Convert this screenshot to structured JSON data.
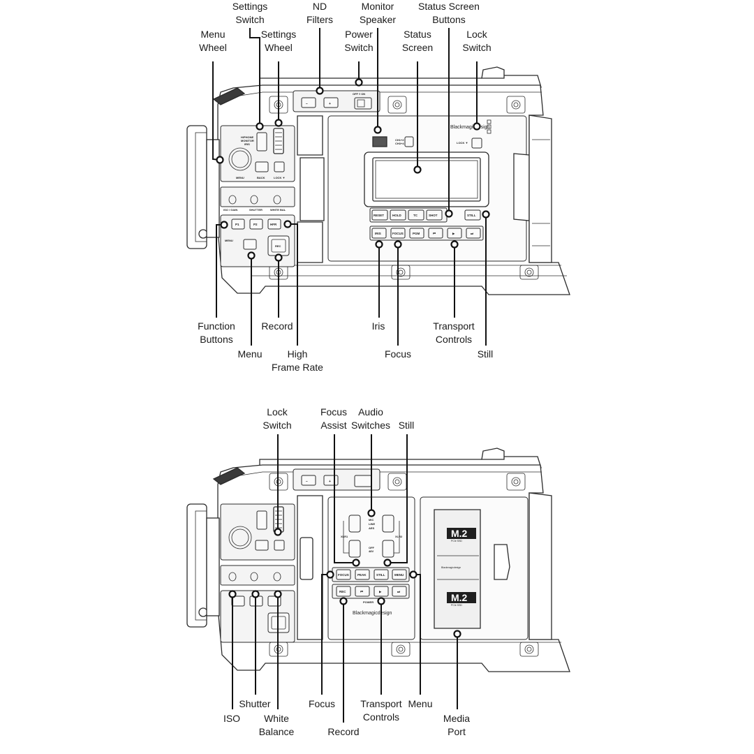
{
  "top_diagram": {
    "callouts": {
      "settings_switch": [
        "Settings",
        "Switch"
      ],
      "nd_filters": [
        "ND",
        "Filters"
      ],
      "monitor_speaker": [
        "Monitor",
        "Speaker"
      ],
      "status_screen_buttons": [
        "Status Screen",
        "Buttons"
      ],
      "menu_wheel": [
        "Menu",
        "Wheel"
      ],
      "settings_wheel": [
        "Settings",
        "Wheel"
      ],
      "power_switch": [
        "Power",
        "Switch"
      ],
      "status_screen": [
        "Status",
        "Screen"
      ],
      "lock_switch": [
        "Lock",
        "Switch"
      ],
      "function_buttons": [
        "Function",
        "Buttons"
      ],
      "record": [
        "Record"
      ],
      "iris": [
        "Iris"
      ],
      "transport_controls": [
        "Transport",
        "Controls"
      ],
      "menu": [
        "Menu"
      ],
      "high_frame_rate": [
        "High",
        "Frame Rate"
      ],
      "focus": [
        "Focus"
      ],
      "still": [
        "Still"
      ]
    },
    "panel_labels": {
      "hphone": [
        "H/PHONE",
        "MONITOR",
        "IRIS"
      ],
      "menu": "MENU",
      "back": "BACK",
      "lock": "LOCK ▼",
      "iso_gain": "ISO / GAIN",
      "shutter": "SHUTTER",
      "white_bal": "WHITE BAL",
      "power": "OFF ◊ ON",
      "ch": [
        "CH1+2",
        "CH3+4"
      ],
      "brand": "Blackmagicdesign",
      "lock_right": "LOCK ▼",
      "p1": "P1",
      "p2": "P2",
      "hfr": "HFR",
      "menu_btn": "MENU",
      "rec": "REC",
      "status_row": [
        "RESET",
        "HOLD",
        "TC",
        "SHOT"
      ],
      "still": "STILL",
      "transport_row": [
        "IRIS",
        "FOCUS",
        "PGM",
        "⏮",
        "▶",
        "⏭"
      ]
    }
  },
  "bottom_diagram": {
    "callouts": {
      "lock_switch": [
        "Lock",
        "Switch"
      ],
      "focus_assist": [
        "Focus",
        "Assist"
      ],
      "audio_switches": [
        "Audio",
        "Switches"
      ],
      "still": [
        "Still"
      ],
      "shutter": [
        "Shutter"
      ],
      "focus": [
        "Focus"
      ],
      "transport_controls": [
        "Transport",
        "Controls"
      ],
      "menu": [
        "Menu"
      ],
      "iso": [
        "ISO"
      ],
      "white_balance": [
        "White",
        "Balance"
      ],
      "record": [
        "Record"
      ],
      "media_port": [
        "Media",
        "Port"
      ]
    },
    "panel_labels": {
      "mic_line": [
        "MIC",
        "LINE",
        "AES"
      ],
      "xlr1": "XLR1",
      "xlr2": "XLR2",
      "off_48v": [
        "OFF",
        "48V"
      ],
      "row1": [
        "FOCUS",
        "PEAK",
        "STILL",
        "MENU"
      ],
      "row2": [
        "REC",
        "⏮",
        "▶",
        "⏭"
      ],
      "power": "POWER",
      "brand": "Blackmagicdesign",
      "m2": "M.2",
      "m2_sub": "PCIe SSD"
    }
  }
}
